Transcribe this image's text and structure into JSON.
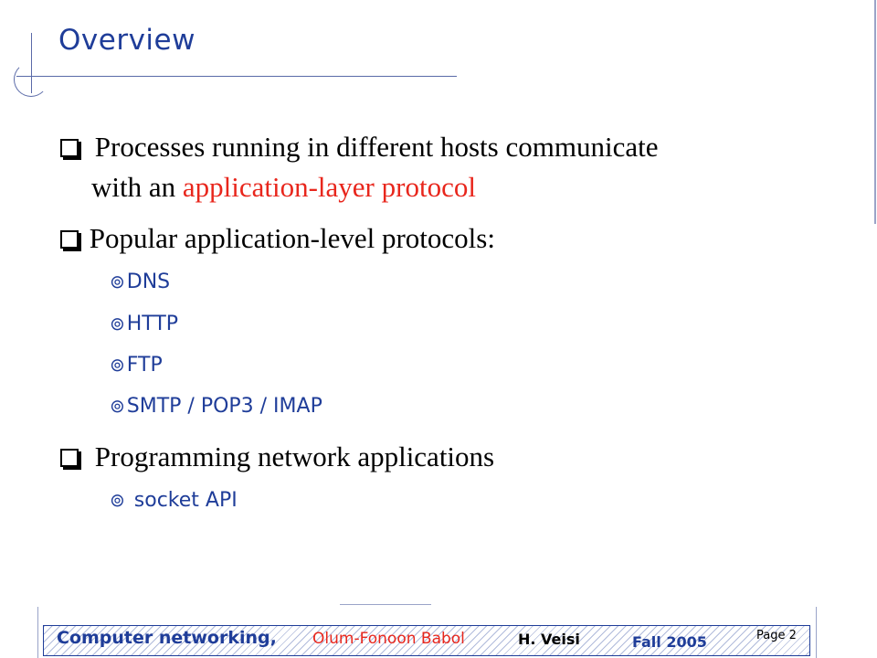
{
  "slide": {
    "title": "Overview",
    "bullets": {
      "b1_line1": "Processes running in different hosts communicate",
      "b1_line2_prefix": "with an ",
      "b1_line2_highlight": "application-layer protocol",
      "b2": "Popular application-level protocols:",
      "b3": "Programming network applications"
    },
    "sub_items": [
      "DNS",
      "HTTP",
      "FTP",
      "SMTP / POP3 / IMAP"
    ],
    "sub_items_b3": [
      "socket API"
    ],
    "sub_glyph": "⊚"
  },
  "footer": {
    "course": "Computer networking,",
    "institution": "Olum-Fonoon Babol",
    "author": "H. Veisi",
    "term": "Fall 2005",
    "page_label": "Page 2"
  },
  "colors": {
    "title": "#1f3d99",
    "highlight": "#e8261c",
    "footer_course": "#1f3d99",
    "footer_institution": "#e8261c",
    "footer_term": "#1f3d99"
  }
}
